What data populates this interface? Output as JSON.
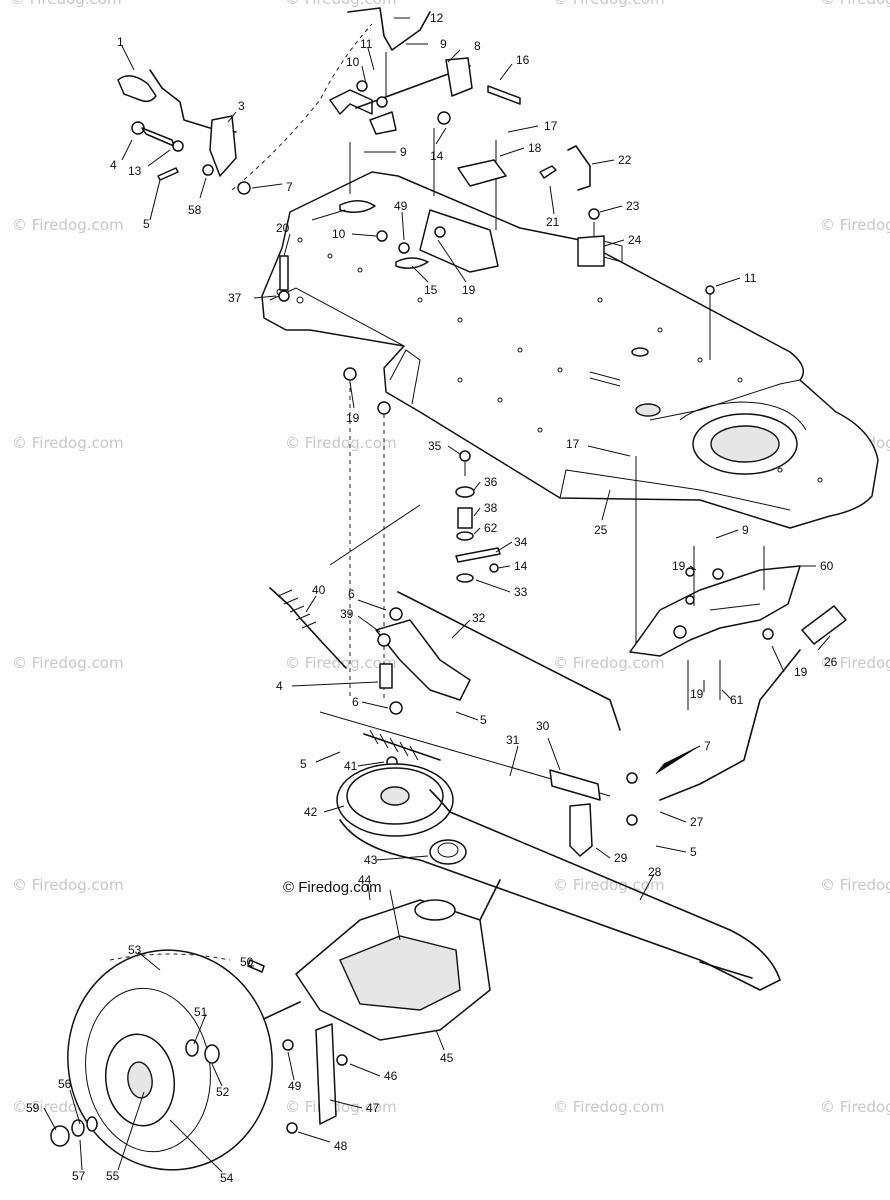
{
  "watermark": "© Firedog.com",
  "brand_text": "© Firedog.com",
  "callouts": {
    "c1": "1",
    "c2": "12",
    "c3": "9",
    "c4": "11",
    "c5": "8",
    "c6": "10",
    "c7": "16",
    "c8": "3",
    "c9": "4",
    "c10": "13",
    "c11": "5",
    "c12": "58",
    "c13": "7",
    "c14": "14",
    "c15": "17",
    "c16": "9",
    "c17": "18",
    "c18": "22",
    "c19": "21",
    "c20": "23",
    "c21": "24",
    "c22": "20",
    "c23": "49",
    "c24": "10",
    "c25": "37",
    "c26": "15",
    "c27": "19",
    "c28": "11",
    "c29": "19",
    "c30": "35",
    "c31": "36",
    "c32": "38",
    "c33": "62",
    "c34": "34",
    "c35": "14",
    "c36": "33",
    "c37": "17",
    "c38": "25",
    "c39": "9",
    "c40": "19",
    "c41": "60",
    "c42": "40",
    "c43": "6",
    "c44": "39",
    "c45": "32",
    "c46": "4",
    "c47": "6",
    "c48": "5",
    "c49": "26",
    "c50": "19",
    "c51": "19",
    "c52": "61",
    "c53": "30",
    "c54": "31",
    "c55": "5",
    "c56": "41",
    "c57": "7",
    "c58": "42",
    "c59": "27",
    "c60": "43",
    "c61": "29",
    "c62": "5",
    "c63": "44",
    "c64": "28",
    "c65": "53",
    "c66": "50",
    "c67": "51",
    "c68": "52",
    "c69": "49",
    "c70": "46",
    "c71": "45",
    "c72": "56",
    "c73": "59",
    "c74": "47",
    "c75": "57",
    "c76": "55",
    "c77": "54",
    "c78": "48"
  }
}
